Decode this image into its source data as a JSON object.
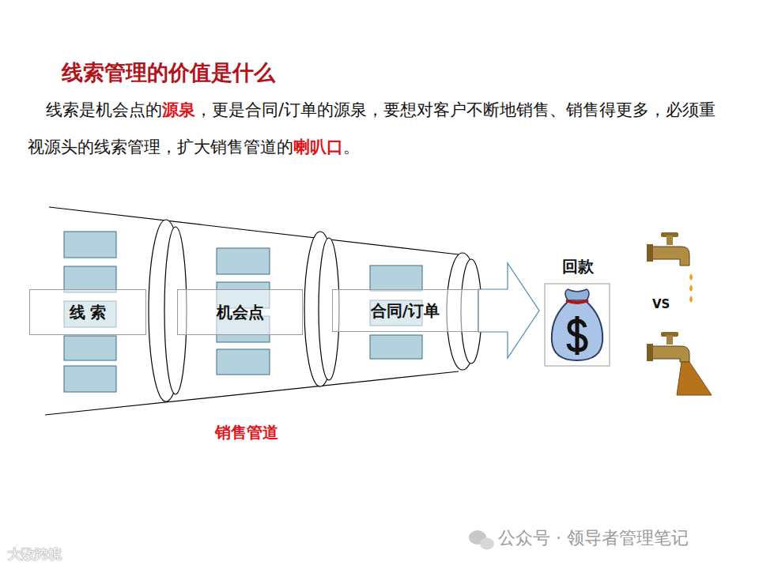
{
  "diagram": {
    "title": "线索管理的价值是什么",
    "nodes": [
      {
        "text": [
          "线 索"
        ]
      },
      {
        "text": [
          "机会点"
        ]
      },
      {
        "text": [
          "合同/订单"
        ]
      },
      {
        "text": [
          "回款"
        ]
      }
    ],
    "edges": [
      {
        "from": 2,
        "to": 3,
        "arrow": "to"
      }
    ],
    "labels": [
      "线索是机会点的",
      "源泉",
      "，更是合同/订单的源泉，要想对客户不断地销售、销售得更多，必须重视源头的线索管理，扩大销售管道的",
      "喇叭口",
      "。",
      "销售管道",
      "VS",
      "公众号 · 领导者管理笔记",
      "大数跨境"
    ]
  }
}
